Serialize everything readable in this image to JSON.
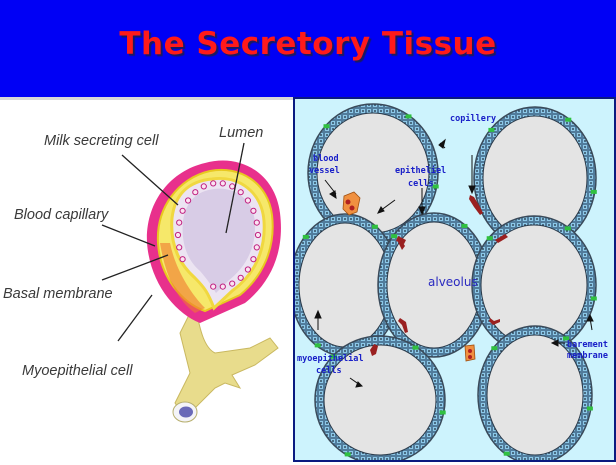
{
  "slide": {
    "title": "The Secretory Tissue",
    "colors": {
      "title_background": "#0000f5",
      "title_text": "#ff1a1a",
      "right_panel_background": "#cdf3fd",
      "right_panel_border": "#0a1a80",
      "label_blue": "#1a20c8"
    }
  },
  "left_diagram": {
    "labels": {
      "milk_secreting_cell": "Milk secreting cell",
      "lumen": "Lumen",
      "blood_capillary": "Blood capillary",
      "basal_membrane": "Basal membrane",
      "myoepithelial_cell": "Myoepithelial cell"
    }
  },
  "right_diagram": {
    "labels": {
      "capillary": "copillery",
      "blood_vessel_line1": "blood",
      "blood_vessel_line2": "vessel",
      "epithelial_line1": "epitheliel",
      "epithelial_line2": "cells",
      "alveolus": "alveolus",
      "myoepithelial_line1": "myoepithelial",
      "myoepithelial_line2": "cells",
      "basement_line1": "barement",
      "basement_line2": "membrane"
    }
  }
}
